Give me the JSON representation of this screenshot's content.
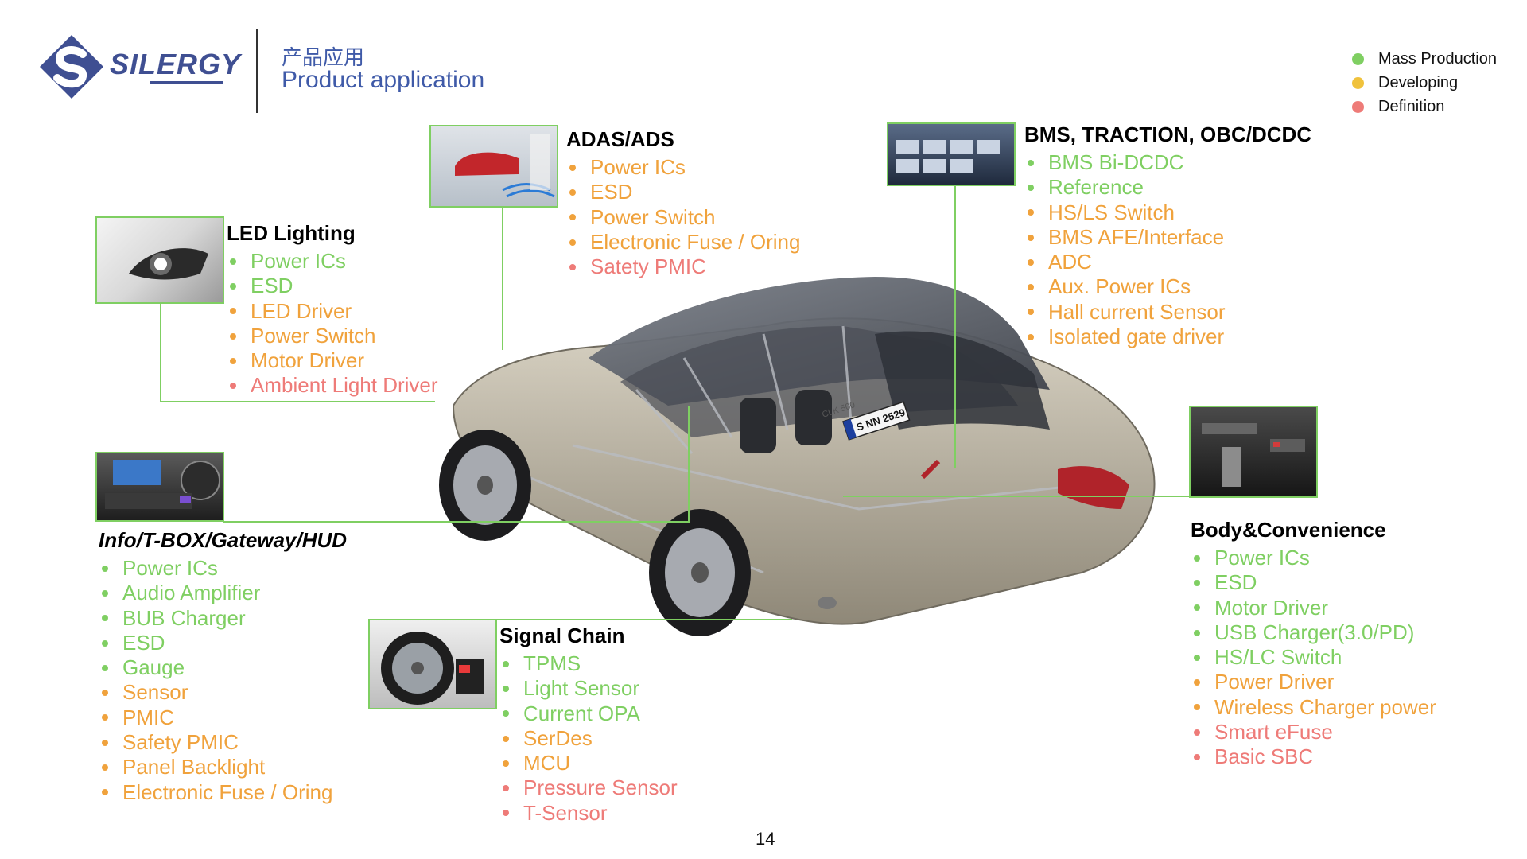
{
  "header": {
    "logo_text": "SILERGY",
    "title_zh": "产品应用",
    "title_en": "Product application"
  },
  "legend": [
    {
      "label": "Mass Production",
      "color": "#7fcf62"
    },
    {
      "label": "Developing",
      "color": "#f0c23c"
    },
    {
      "label": "Definition",
      "color": "#ee7b78"
    }
  ],
  "sections": {
    "led": {
      "title": "LED Lighting",
      "items": [
        {
          "text": "Power ICs",
          "status": "green"
        },
        {
          "text": "ESD",
          "status": "green"
        },
        {
          "text": "LED Driver",
          "status": "orange"
        },
        {
          "text": "Power Switch",
          "status": "orange"
        },
        {
          "text": "Motor Driver",
          "status": "orange"
        },
        {
          "text": "Ambient Light Driver",
          "status": "red"
        }
      ]
    },
    "adas": {
      "title": "ADAS/ADS",
      "items": [
        {
          "text": "Power ICs",
          "status": "orange"
        },
        {
          "text": "ESD",
          "status": "orange"
        },
        {
          "text": "Power Switch",
          "status": "orange"
        },
        {
          "text": "Electronic Fuse / Oring",
          "status": "orange"
        },
        {
          "text": "Satety PMIC",
          "status": "red"
        }
      ]
    },
    "bms": {
      "title": "BMS, TRACTION, OBC/DCDC",
      "items": [
        {
          "text": "BMS Bi-DCDC",
          "status": "green"
        },
        {
          "text": "Reference",
          "status": "green"
        },
        {
          "text": "HS/LS Switch",
          "status": "orange"
        },
        {
          "text": "BMS AFE/Interface",
          "status": "orange"
        },
        {
          "text": "ADC",
          "status": "orange"
        },
        {
          "text": "Aux. Power ICs",
          "status": "orange"
        },
        {
          "text": "Hall current Sensor",
          "status": "orange"
        },
        {
          "text": "Isolated gate driver",
          "status": "orange"
        }
      ]
    },
    "info": {
      "title": "Info/T-BOX/Gateway/HUD",
      "items": [
        {
          "text": "Power ICs",
          "status": "green"
        },
        {
          "text": "Audio Amplifier",
          "status": "green"
        },
        {
          "text": "BUB Charger",
          "status": "green"
        },
        {
          "text": "ESD",
          "status": "green"
        },
        {
          "text": "Gauge",
          "status": "green"
        },
        {
          "text": "Sensor",
          "status": "orange"
        },
        {
          "text": "PMIC",
          "status": "orange"
        },
        {
          "text": "Safety PMIC",
          "status": "orange"
        },
        {
          "text": "Panel Backlight",
          "status": "orange"
        },
        {
          "text": "Electronic Fuse / Oring",
          "status": "orange"
        }
      ]
    },
    "signal": {
      "title": "Signal Chain",
      "items": [
        {
          "text": "TPMS",
          "status": "green"
        },
        {
          "text": "Light Sensor",
          "status": "green"
        },
        {
          "text": "Current OPA",
          "status": "green"
        },
        {
          "text": "SerDes",
          "status": "orange"
        },
        {
          "text": "MCU",
          "status": "orange"
        },
        {
          "text": "Pressure Sensor",
          "status": "red"
        },
        {
          "text": "T-Sensor",
          "status": "red"
        }
      ]
    },
    "body": {
      "title": "Body&Convenience",
      "items": [
        {
          "text": "Power ICs",
          "status": "green"
        },
        {
          "text": "ESD",
          "status": "green"
        },
        {
          "text": "Motor Driver",
          "status": "green"
        },
        {
          "text": "USB Charger(3.0/PD)",
          "status": "green"
        },
        {
          "text": "HS/LC Switch",
          "status": "green"
        },
        {
          "text": "Power Driver",
          "status": "orange"
        },
        {
          "text": "Wireless Charger power",
          "status": "orange"
        },
        {
          "text": "Smart eFuse",
          "status": "red"
        },
        {
          "text": "Basic SBC",
          "status": "red"
        }
      ]
    }
  },
  "car": {
    "plate": "S NN 2529",
    "model_badge": "CLK 500"
  },
  "page_number": "14"
}
